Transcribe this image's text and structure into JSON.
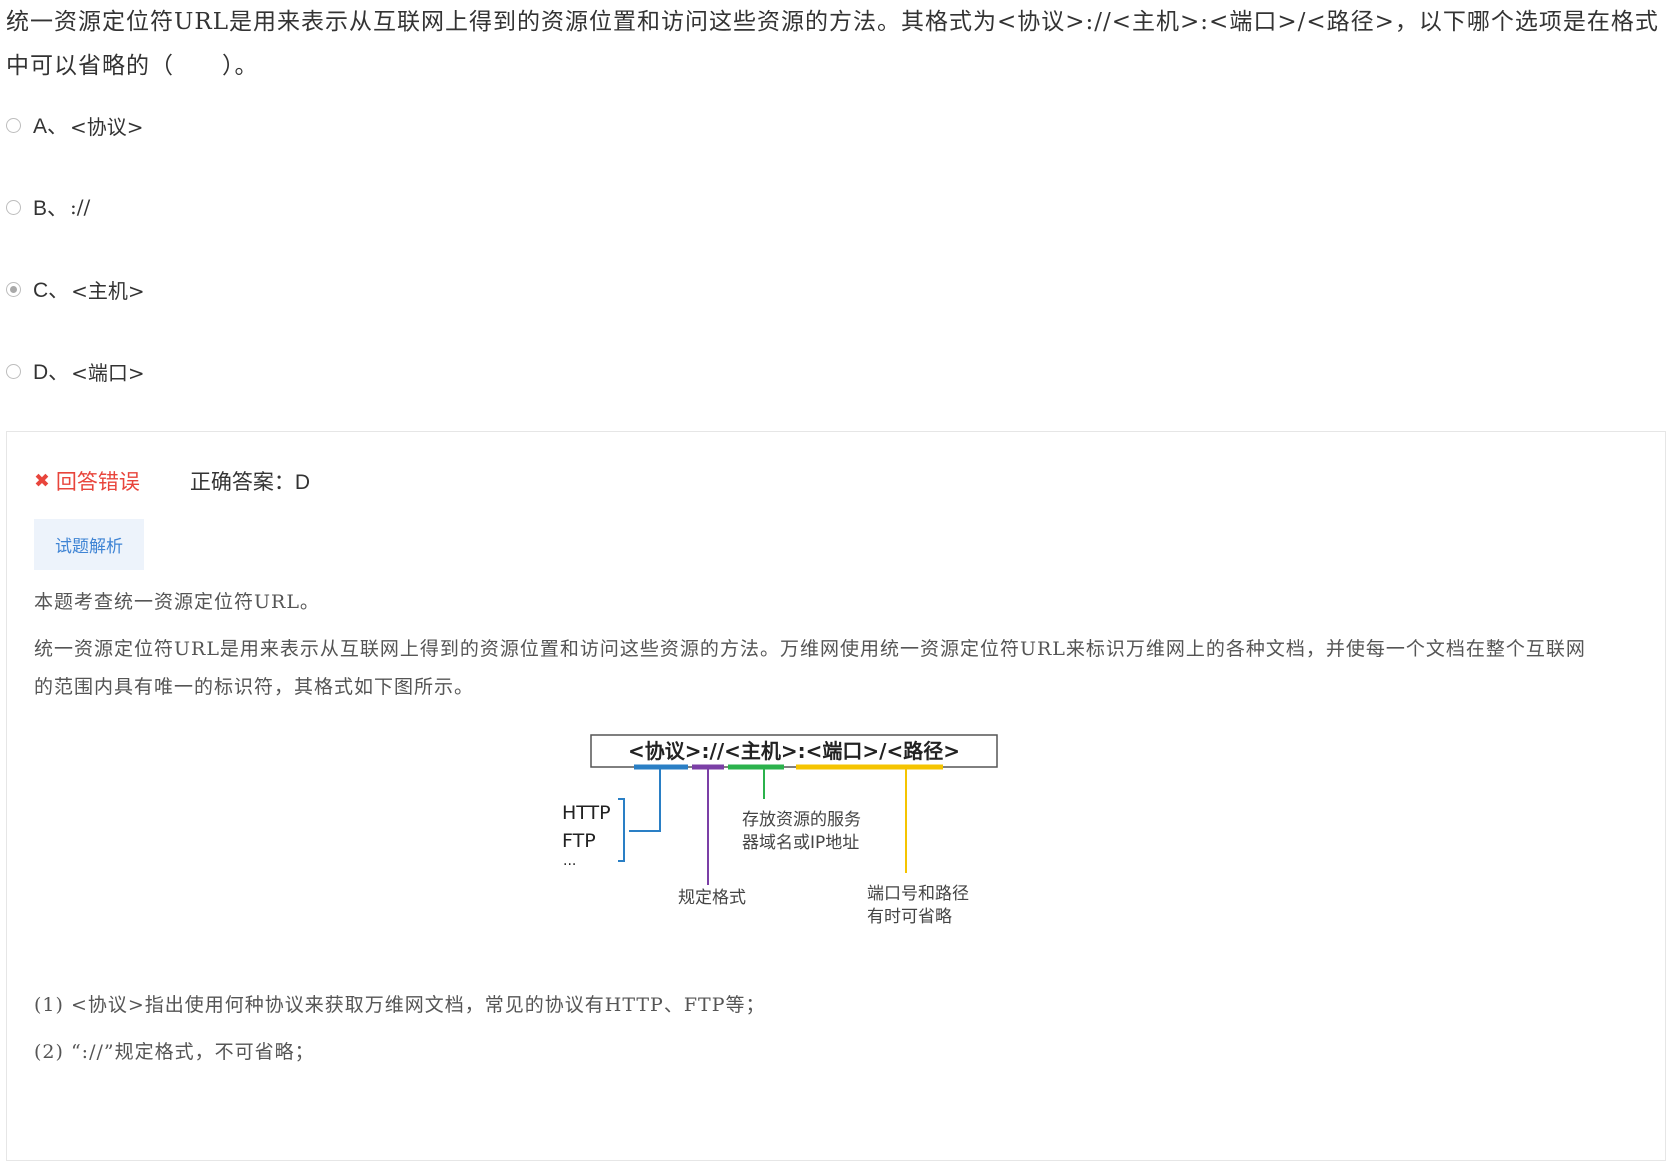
{
  "question": {
    "text": "统一资源定位符URL是用来表示从互联网上得到的资源位置和访问这些资源的方法。其格式为<协议>://<主机>:<端口>/<路径>，以下哪个选项是在格式中可以省略的（　　）。"
  },
  "options": [
    {
      "letter": "A、",
      "text": "<协议>",
      "checked": false
    },
    {
      "letter": "B、",
      "text": "://",
      "checked": false
    },
    {
      "letter": "C、",
      "text": "<主机>",
      "checked": true
    },
    {
      "letter": "D、",
      "text": "<端口>",
      "checked": false
    }
  ],
  "result": {
    "status": "回答错误",
    "correct_answer": "正确答案：D"
  },
  "analysis": {
    "tab_label": "试题解析",
    "paragraphs": [
      "本题考查统一资源定位符URL。",
      "统一资源定位符URL是用来表示从互联网上得到的资源位置和访问这些资源的方法。万维网使用统一资源定位符URL来标识万维网上的各种文档，并使每一个文档在整个互联网的范围内具有唯一的标识符，其格式如下图所示。",
      "(1) <协议>指出使用何种协议来获取万维网文档，常见的协议有HTTP、FTP等；",
      "(2) “://”规定格式，不可省略；"
    ]
  },
  "diagram": {
    "format": "<协议>://<主机>:<端口>/<路径>",
    "protocols": [
      "HTTP",
      "FTP",
      "..."
    ],
    "label_format": "规定格式",
    "label_host_1": "存放资源的服务",
    "label_host_2": "器域名或IP地址",
    "label_port_1": "端口号和路径",
    "label_port_2": "有时可省略",
    "colors": {
      "protocol": "#2a7fc5",
      "separator": "#7b3fa6",
      "host": "#2bb24c",
      "port_path": "#f5c400"
    }
  }
}
